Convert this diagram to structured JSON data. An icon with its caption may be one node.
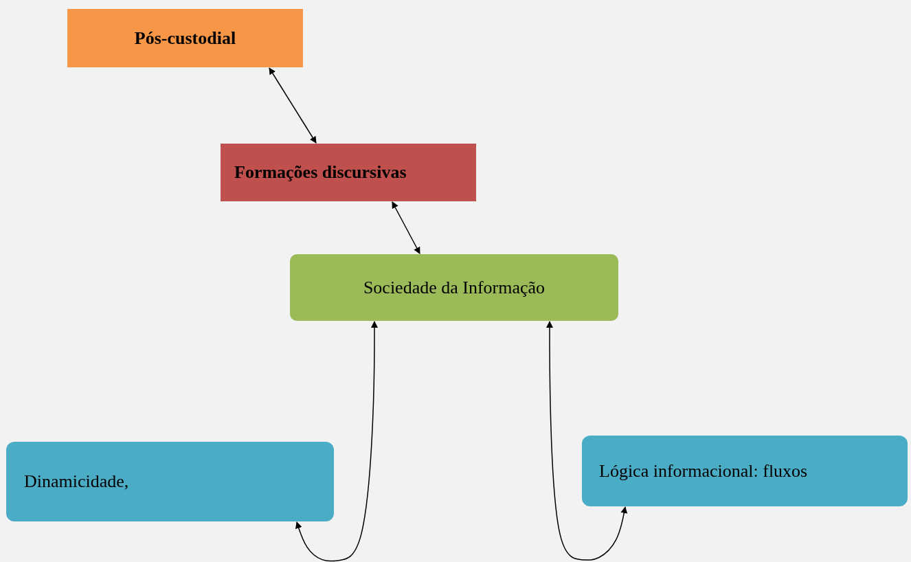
{
  "diagram": {
    "nodes": [
      {
        "text": [
          "Pós-custodial"
        ]
      },
      {
        "text": [
          "Formações discursivas"
        ]
      },
      {
        "text": [
          "Sociedade da Informação"
        ]
      },
      {
        "text": [
          "Dinamicidade,"
        ]
      },
      {
        "text": [
          "Lógica informacional: fluxos"
        ]
      }
    ],
    "edges": [
      {
        "from": 0,
        "to": 1,
        "arrow": "both"
      },
      {
        "from": 1,
        "to": 2,
        "arrow": "both"
      },
      {
        "from": 3,
        "to": 2,
        "arrow": "both"
      },
      {
        "from": 4,
        "to": 2,
        "arrow": "both"
      }
    ]
  }
}
